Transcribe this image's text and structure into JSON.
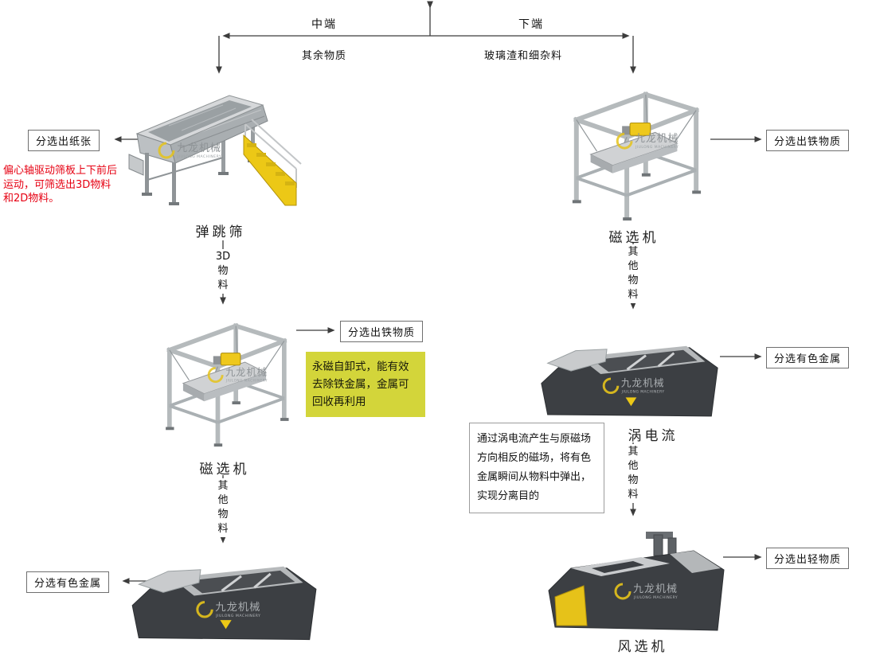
{
  "header": {
    "branch_left": "中端",
    "branch_right": "下端",
    "stream_left": "其余物质",
    "stream_right": "玻璃渣和细杂料"
  },
  "labels": {
    "out_paper": "分选出纸张",
    "out_iron_left": "分选出铁物质",
    "out_iron_right": "分选出铁物质",
    "out_nonferrous_left": "分选有色金属",
    "out_nonferrous_right": "分选有色金属",
    "out_light": "分选出轻物质"
  },
  "captions": {
    "bounce_screen": "弹跳筛",
    "magnet_left": "磁选机",
    "magnet_right": "磁选机",
    "eddy_right": "涡电流",
    "air_separator": "风选机"
  },
  "flows": {
    "left_1": "3D\n物\n料",
    "left_2": "其\n他\n物\n料",
    "right_1": "其\n他\n物\n料",
    "right_2": "其\n他\n物\n料"
  },
  "notes": {
    "red_note": "偏心轴驱动筛板上下前后\n运动，可筛选出3D物料\n和2D物料。",
    "yellow_note": "永磁自卸式，能有效\n去除铁金属，金属可\n回收再利用",
    "white_note": "通过涡电流产生与原磁场\n方向相反的磁场，将有色\n金属瞬间从物料中弹出，\n实现分离目的"
  },
  "watermark": {
    "name": "九龙机械",
    "sub": "JIULONG MACHINERY"
  },
  "colors": {
    "arrow": "#3c3c3c",
    "red_text": "#e60012",
    "yellow_note_bg": "#d3d53a",
    "accent_yellow": "#ecc816",
    "machine_grey": "#b9bcbe",
    "machine_dark": "#3c3f43"
  }
}
